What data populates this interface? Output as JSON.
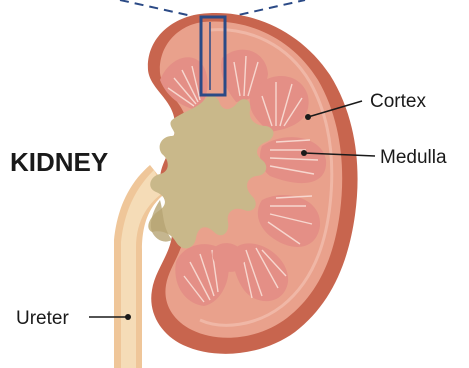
{
  "title": "KIDNEY",
  "labels": {
    "cortex": "Cortex",
    "medulla": "Medulla",
    "ureter": "Ureter"
  },
  "colors": {
    "capsule": "#c8654e",
    "cortex": "#e9a18c",
    "cortex_edge": "#f2c1b0",
    "medulla": "#e48f86",
    "pyramid_stripes": "#f7d7cf",
    "pelvis": "#c9b88a",
    "ureter": "#f3d6ae",
    "nephron_box": "#2b4a86",
    "label_text": "#1a1a1a"
  }
}
